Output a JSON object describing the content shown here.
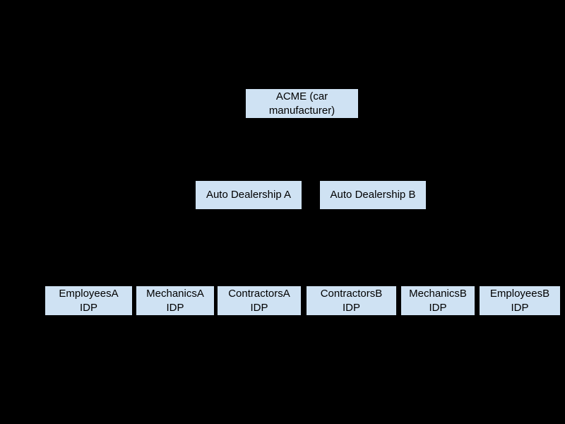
{
  "diagram": {
    "background_color": "#000000",
    "node_fill_color": "#cfe2f3",
    "node_text_color": "#000000",
    "nodes": {
      "acme": {
        "line1": "ACME (car",
        "line2": "manufacturer)"
      },
      "dealership_a": {
        "line1": "Auto Dealership A",
        "line2": ""
      },
      "dealership_b": {
        "line1": "Auto Dealership B",
        "line2": ""
      },
      "employees_a": {
        "line1": "EmployeesA",
        "line2": "IDP"
      },
      "mechanics_a": {
        "line1": "MechanicsA",
        "line2": "IDP"
      },
      "contractors_a": {
        "line1": "ContractorsA",
        "line2": "IDP"
      },
      "contractors_b": {
        "line1": "ContractorsB",
        "line2": "IDP"
      },
      "mechanics_b": {
        "line1": "MechanicsB",
        "line2": "IDP"
      },
      "employees_b": {
        "line1": "EmployeesB",
        "line2": "IDP"
      }
    }
  }
}
